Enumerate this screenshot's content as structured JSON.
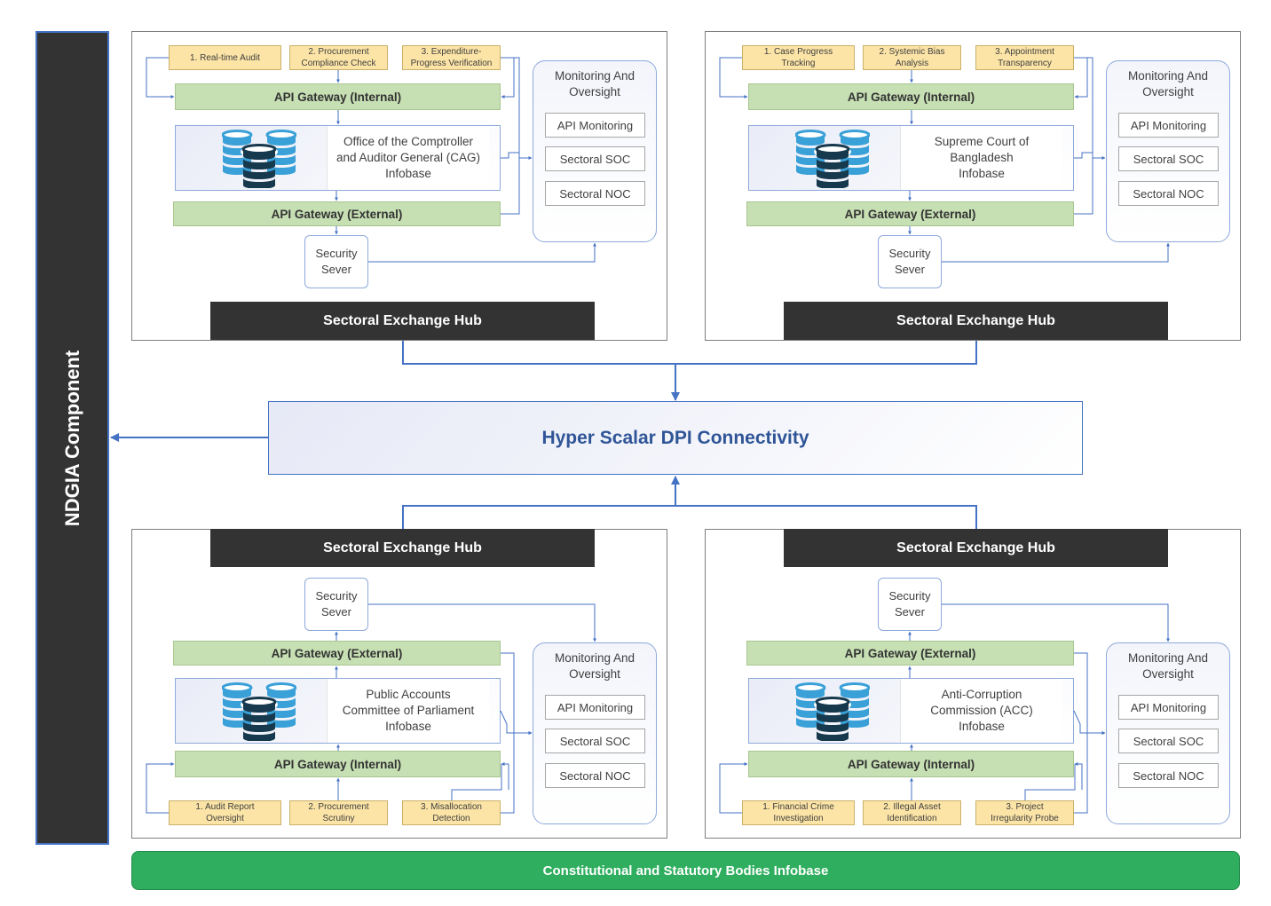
{
  "side_panel": {
    "label": "NDGIA Component"
  },
  "hyper": {
    "label": "Hyper Scalar DPI Connectivity"
  },
  "footer": {
    "label": "Constitutional and Statutory Bodies Infobase"
  },
  "colors": {
    "accent_blue": "#4472c4",
    "hub_dark": "#333333",
    "gateway_green": "#c6dfb3",
    "task_yellow": "#fce4a6",
    "footer_green": "#2eae5e",
    "hyper_text": "#2f5597"
  },
  "quadrants": [
    {
      "id": "cag",
      "hub": "Sectoral Exchange Hub",
      "tasks": [
        "1. Real-time Audit",
        "2. Procurement\nCompliance Check",
        "3. Expenditure-\nProgress Verification"
      ],
      "gateway_internal": "API Gateway (Internal)",
      "gateway_external": "API Gateway (External)",
      "infobase": "Office of the Comptroller\nand Auditor General (CAG)\nInfobase",
      "security": "Security\nSever",
      "monitoring": {
        "title": "Monitoring And\nOversight",
        "items": [
          "API Monitoring",
          "Sectoral SOC",
          "Sectoral NOC"
        ]
      }
    },
    {
      "id": "supreme-court",
      "hub": "Sectoral Exchange Hub",
      "tasks": [
        "1. Case Progress\nTracking",
        "2. Systemic Bias\nAnalysis",
        "3. Appointment\nTransparency"
      ],
      "gateway_internal": "API Gateway (Internal)",
      "gateway_external": "API Gateway (External)",
      "infobase": "Supreme Court of\nBangladesh\nInfobase",
      "security": "Security\nSever",
      "monitoring": {
        "title": "Monitoring And\nOversight",
        "items": [
          "API Monitoring",
          "Sectoral SOC",
          "Sectoral NOC"
        ]
      }
    },
    {
      "id": "pac",
      "hub": "Sectoral Exchange Hub",
      "tasks": [
        "1. Audit Report\nOversight",
        "2. Procurement\nScrutiny",
        "3. Misallocation\nDetection"
      ],
      "gateway_internal": "API Gateway (Internal)",
      "gateway_external": "API Gateway (External)",
      "infobase": "Public Accounts\nCommittee of Parliament\nInfobase",
      "security": "Security\nSever",
      "monitoring": {
        "title": "Monitoring And\nOversight",
        "items": [
          "API Monitoring",
          "Sectoral SOC",
          "Sectoral NOC"
        ]
      }
    },
    {
      "id": "acc",
      "hub": "Sectoral Exchange Hub",
      "tasks": [
        "1. Financial Crime\nInvestigation",
        "2. Illegal Asset\nIdentification",
        "3. Project\nIrregularity Probe"
      ],
      "gateway_internal": "API Gateway (Internal)",
      "gateway_external": "API Gateway (External)",
      "infobase": "Anti-Corruption\nCommission (ACC)\nInfobase",
      "security": "Security\nSever",
      "monitoring": {
        "title": "Monitoring And\nOversight",
        "items": [
          "API Monitoring",
          "Sectoral SOC",
          "Sectoral NOC"
        ]
      }
    }
  ]
}
